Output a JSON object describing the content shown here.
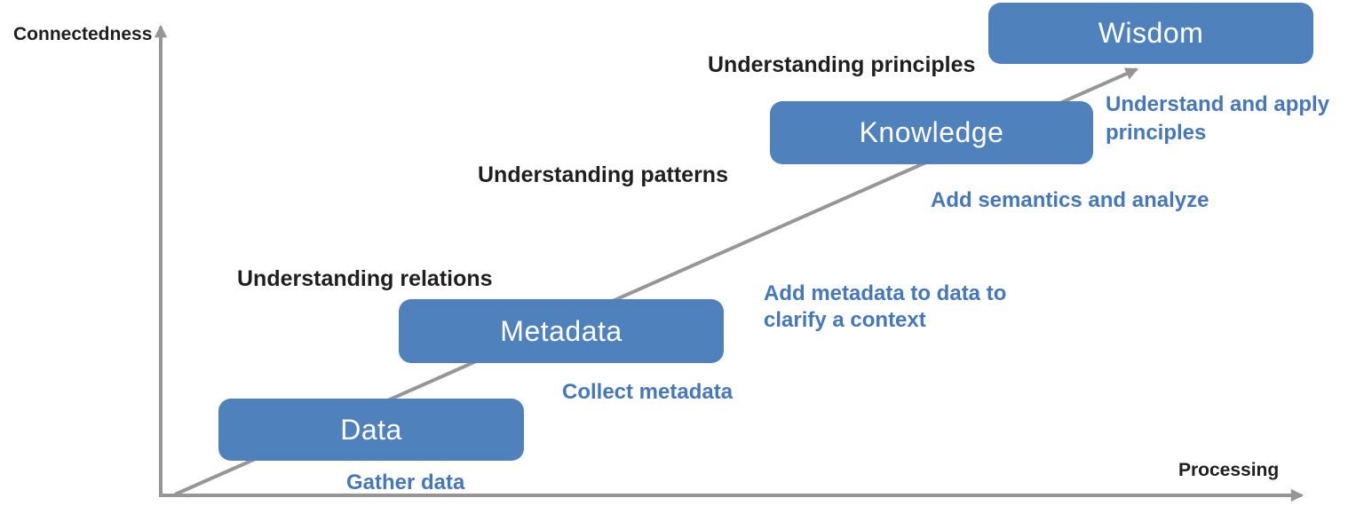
{
  "axes": {
    "y_label": "Connectedness",
    "x_label": "Processing"
  },
  "boxes": [
    {
      "id": "data",
      "label": "Data"
    },
    {
      "id": "metadata",
      "label": "Metadata"
    },
    {
      "id": "knowledge",
      "label": "Knowledge"
    },
    {
      "id": "wisdom",
      "label": "Wisdom"
    }
  ],
  "stage_labels": [
    {
      "text": "Understanding relations"
    },
    {
      "text": "Understanding patterns"
    },
    {
      "text": "Understanding principles"
    }
  ],
  "action_labels": [
    {
      "text": "Gather data"
    },
    {
      "text": "Collect metadata"
    },
    {
      "text": "Add metadata to data to clarify a context"
    },
    {
      "text": "Add semantics and analyze"
    },
    {
      "text": "Understand and apply principles"
    }
  ],
  "icons": {
    "y_axis": "up-arrow-icon",
    "x_axis": "right-arrow-icon",
    "progression": "diagonal-up-arrow-icon"
  },
  "colors": {
    "box_fill": "#4f81bd",
    "box_text": "#ffffff",
    "stage_text": "#1f1f1f",
    "action_text": "#4478bb",
    "axis_line": "#969696"
  }
}
